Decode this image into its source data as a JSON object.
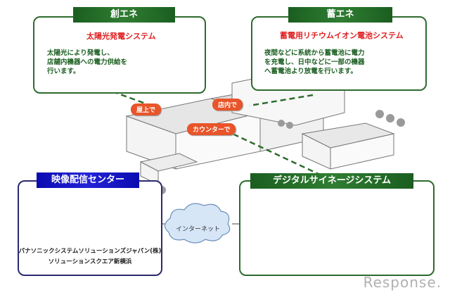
{
  "panels": {
    "solar": {
      "title": "創エネ",
      "subtitle": "太陽光発電システム",
      "description": "太陽光により発電し、\n店舗内機器への電力供給を\n行います。"
    },
    "storage": {
      "title": "蓄エネ",
      "subtitle": "蓄電用リチウムイオン電池システム",
      "description": "夜間などに系統から蓄電池に電力\nを充電し、日中などに一部の機器\nへ蓄電池より放電を行います。"
    },
    "video_center": {
      "title": "映像配信センター",
      "org_line1": "パナソニックシステムソリューションズジャパン(株)",
      "org_line2": "ソリューションスクエア新横浜"
    },
    "signage": {
      "title": "デジタルサイネージシステム"
    }
  },
  "location_tags": {
    "rooftop": "屋上で",
    "in_store": "店内で",
    "counter": "カウンターで"
  },
  "network": {
    "cloud_label": "インターネット"
  },
  "watermark": "Response.",
  "colors": {
    "green_panel": "#2e6b2e",
    "blue_panel": "#2a2a70",
    "tag_orange": "#e8552a",
    "subtitle_red": "#e02020"
  }
}
